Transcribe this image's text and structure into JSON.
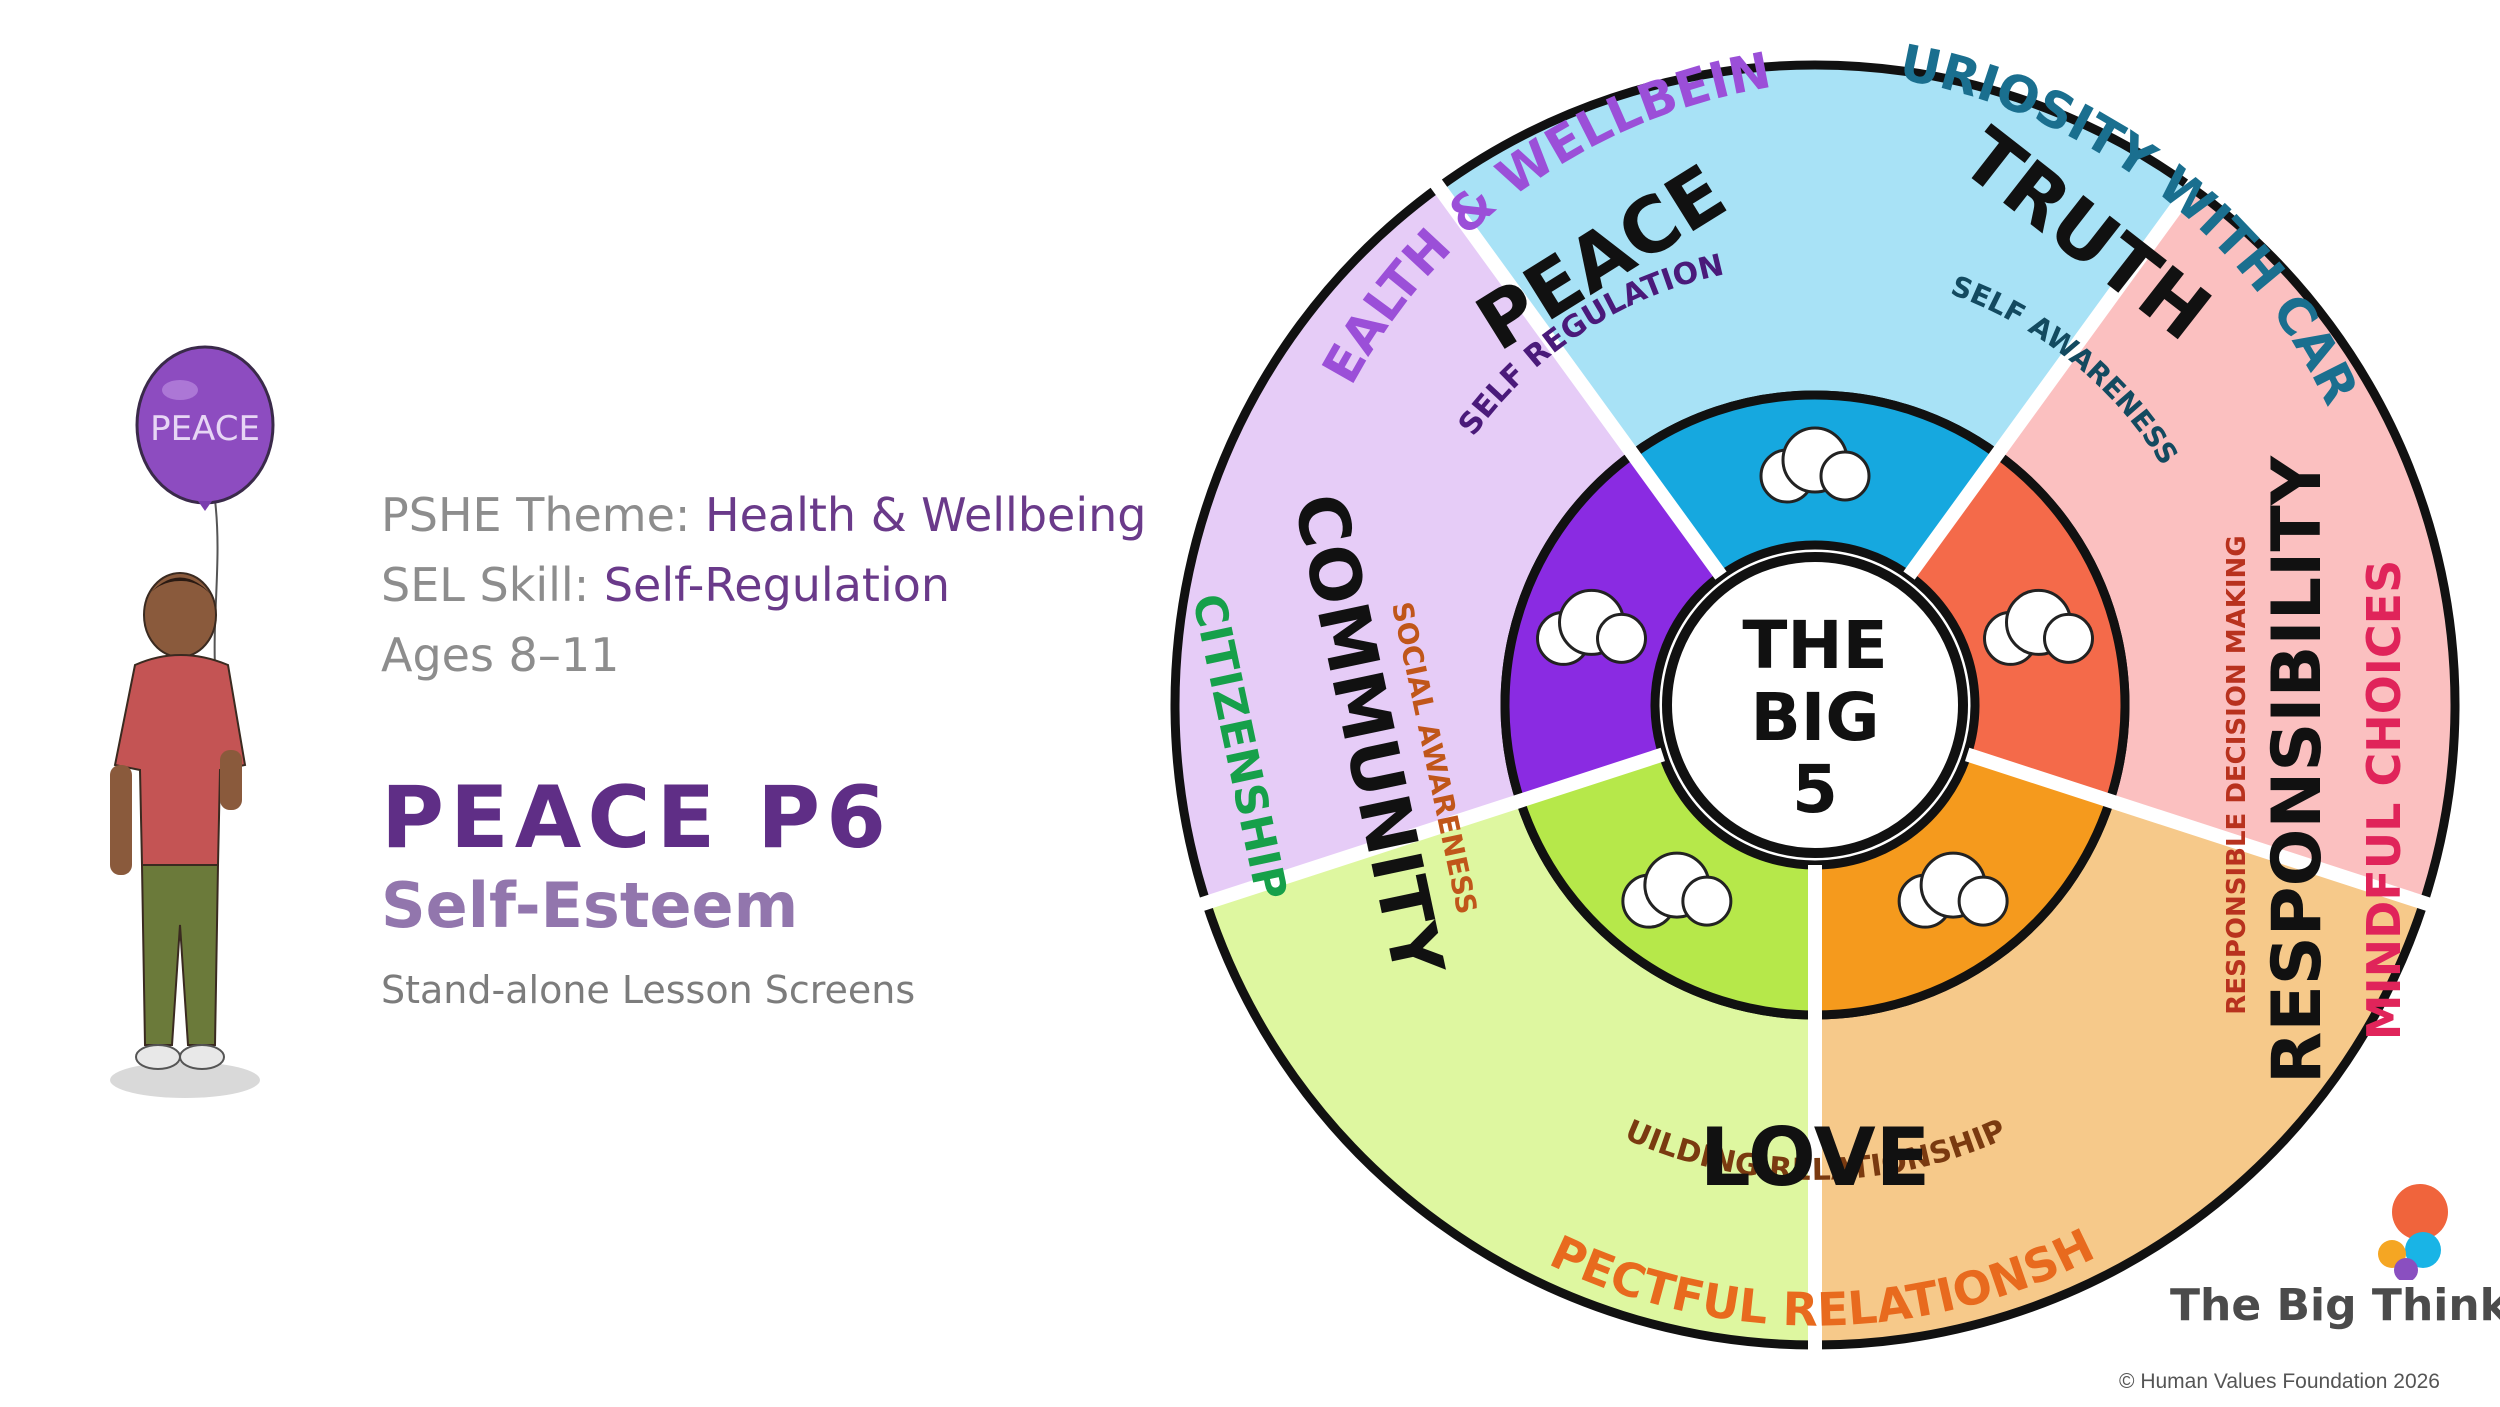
{
  "info": {
    "pshe_label": "PSHE Theme:",
    "pshe_value": "Health & Wellbeing",
    "sel_label": "SEL Skill:",
    "sel_value": "Self-Regulation",
    "ages": "Ages 8–11"
  },
  "lesson": {
    "title": "PEACE P6",
    "subtitle": "Self-Esteem",
    "note": "Stand-alone Lesson Screens"
  },
  "balloon_text": "PEACE",
  "center": {
    "line1": "THE",
    "line2": "BIG",
    "line3": "5"
  },
  "segments": {
    "peace": {
      "value": "PEACE",
      "outer": "HEALTH & WELLBEING",
      "skill": "SELF REGULATION",
      "color": "#e6ccf7",
      "inner": "#8a2be2",
      "accent": "#9b4fd8"
    },
    "truth": {
      "value": "TRUTH",
      "outer": "CURIOSITY WITH CARE",
      "skill": "SELF AWARENESS",
      "color": "#a8e2f6",
      "inner": "#16a8df",
      "accent": "#1a6f8f"
    },
    "responsibility": {
      "value": "RESPONSIBILITY",
      "outer": "MINDFUL CHOICES",
      "skill": "RESPONSIBLE DECISION MAKING",
      "color": "#fbc0c0",
      "inner": "#f46a4a",
      "accent": "#e0245a"
    },
    "love": {
      "value": "LOVE",
      "outer": "RESPECTFUL RELATIONSHIPS",
      "skill": "BUILDING RELATIONSHIPS",
      "color": "#f6c98a",
      "inner": "#f59a1d",
      "accent": "#e86a1e"
    },
    "community": {
      "value": "COMMUNITY",
      "outer": "CITIZENSHIP",
      "skill": "SOCIAL AWARENESS",
      "color": "#def7a0",
      "inner": "#b6e84a",
      "accent": "#16a04a"
    }
  },
  "logo": {
    "text": "The Big Think"
  },
  "copyright": "© Human Values Foundation 2026"
}
